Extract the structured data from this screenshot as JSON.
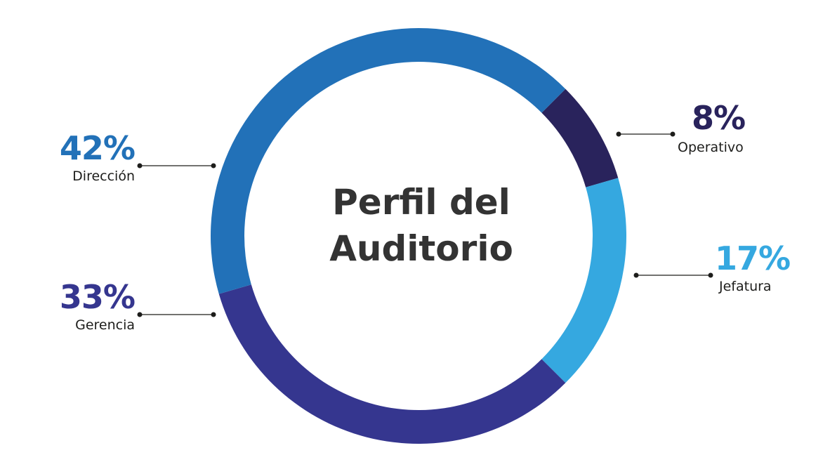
{
  "chart_data": {
    "type": "pie",
    "variant": "donut",
    "title": "Perfil del Auditorio",
    "title_lines": [
      "Perfil del",
      "Auditorio"
    ],
    "categories": [
      "Dirección",
      "Operativo",
      "Jefatura",
      "Gerencia"
    ],
    "values": [
      42,
      8,
      17,
      33
    ],
    "value_labels": [
      "42%",
      "8%",
      "17%",
      "33%"
    ],
    "colors": [
      "#2271b8",
      "#29235c",
      "#35a8e0",
      "#35368f"
    ],
    "legend": "callouts"
  }
}
